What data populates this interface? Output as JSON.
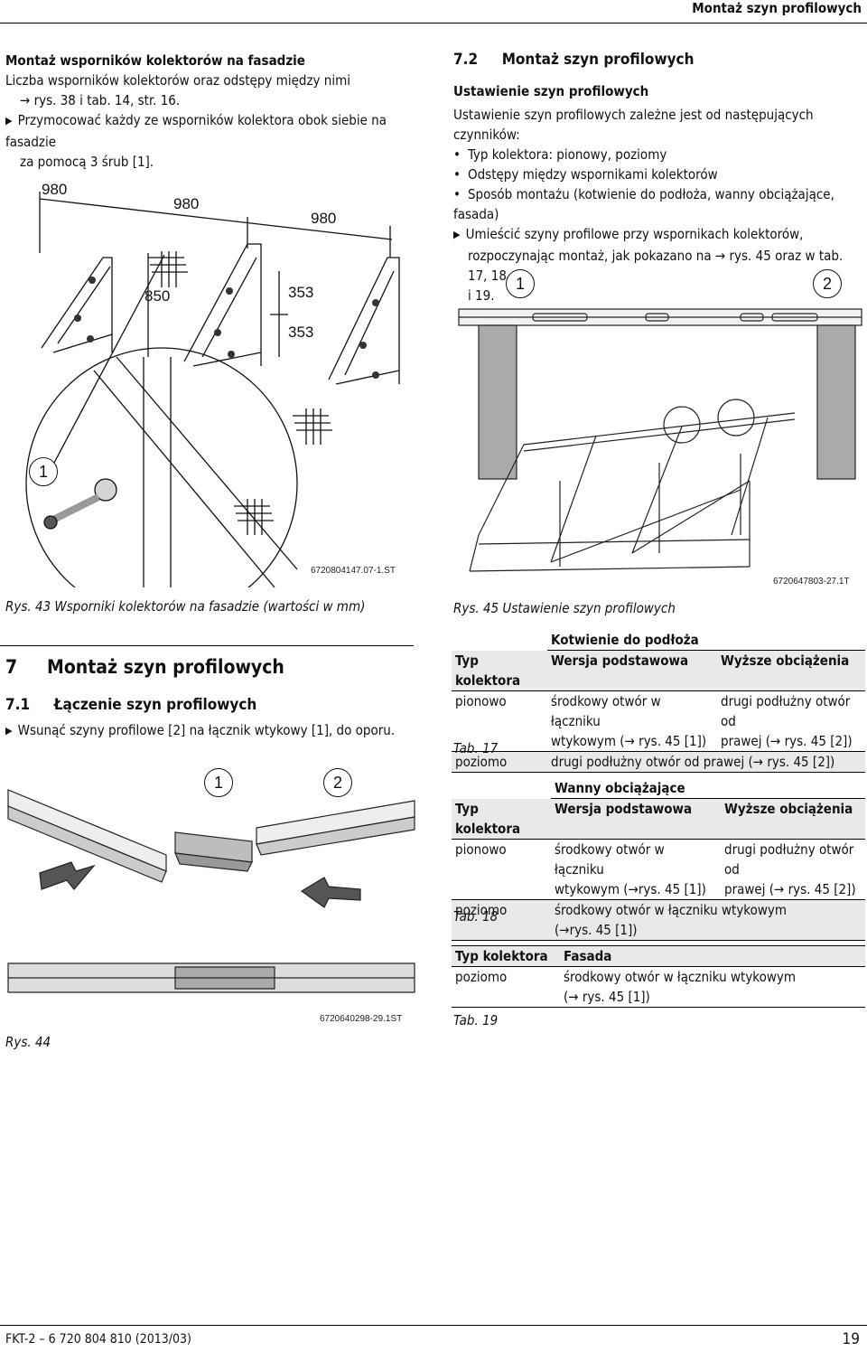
{
  "header": {
    "title": "Montaż szyn profilowych"
  },
  "left": {
    "heading": "Montaż wsporników kolektorów na fasadzie",
    "intro_line1": "Liczba wsporników kolektorów oraz odstępy między nimi",
    "intro_line2": "→ rys. 38 i tab.  14, str. 16.",
    "step_line1": "Przymocować każdy ze wsporników kolektora obok siebie na fasadzie",
    "step_line2": "za pomocą 3 śrub [1].",
    "fig43": {
      "dim_980_a": "980",
      "dim_980_b": "980",
      "dim_980_c": "980",
      "dim_850": "850",
      "dim_353_a": "353",
      "dim_353_b": "353",
      "callout_1": "1",
      "doc_id": "6720804147.07-1.ST",
      "caption": "Rys. 43  Wsporniki kolektorów na fasadzie (wartości w mm)"
    },
    "section7_title": "7     Montaż szyn profilowych",
    "section71_title": "7.1     Łączenie szyn profilowych",
    "section71_step": "Wsunąć szyny profilowe [2] na łącznik wtykowy [1], do oporu.",
    "fig44": {
      "callout_1": "1",
      "callout_2": "2",
      "doc_id": "6720640298-29.1ST",
      "caption": "Rys. 44"
    }
  },
  "right": {
    "section72_title": "7.2     Montaż szyn profilowych",
    "subheading": "Ustawienie szyn profilowych",
    "intro": "Ustawienie szyn profilowych zależne jest od następujących czynników:",
    "bullets": [
      "Typ kolektora: pionowy, poziomy",
      "Odstępy między wspornikami kolektorów",
      "Sposób montażu (kotwienie do podłoża, wanny obciążające, fasada)"
    ],
    "step_line1": "Umieścić szyny profilowe przy wspornikach kolektorów,",
    "step_line2": "rozpoczynając montaż, jak pokazano na → rys. 45 oraz w tab. 17, 18",
    "step_line3": "i 19.",
    "fig45": {
      "callout_1": "1",
      "callout_2": "2",
      "doc_id": "6720647803-27.1T",
      "caption": "Rys. 45  Ustawienie szyn profilowych"
    },
    "tab17": {
      "group_header": "Kotwienie do podłoża",
      "col1": "Typ kolektora",
      "col2": "Wersja podstawowa",
      "col3": "Wyższe obciążenia",
      "r1c1": "pionowo",
      "r1c2a": "środkowy otwór w łączniku",
      "r1c2b": "wtykowym (→ rys. 45 [1])",
      "r1c3a": "drugi podłużny otwór od",
      "r1c3b": "prawej (→ rys. 45 [2])",
      "r2c1": "poziomo",
      "r2c2": "drugi podłużny otwór od prawej (→ rys. 45 [2])",
      "caption": "Tab. 17"
    },
    "tab18": {
      "group_header": "Wanny obciążające",
      "col1": "Typ kolektora",
      "col2": "Wersja podstawowa",
      "col3": "Wyższe obciążenia",
      "r1c1": "pionowo",
      "r1c2a": "środkowy otwór w łączniku",
      "r1c2b": "wtykowym (→rys. 45 [1])",
      "r1c3a": "drugi podłużny otwór od",
      "r1c3b": "prawej (→ rys. 45 [2])",
      "r2c1": "poziomo",
      "r2c2a": "środkowy otwór w łączniku wtykowym",
      "r2c2b": "(→rys. 45 [1])",
      "caption": "Tab. 18"
    },
    "tab19": {
      "col1": "Typ kolektora",
      "col2": "Fasada",
      "r1c1": "poziomo",
      "r1c2a": "środkowy otwór w łączniku wtykowym",
      "r1c2b": "(→ rys. 45 [1])",
      "caption": "Tab. 19"
    }
  },
  "footer": {
    "left": "FKT-2 – 6 720 804 810 (2013/03)",
    "page": "19"
  }
}
